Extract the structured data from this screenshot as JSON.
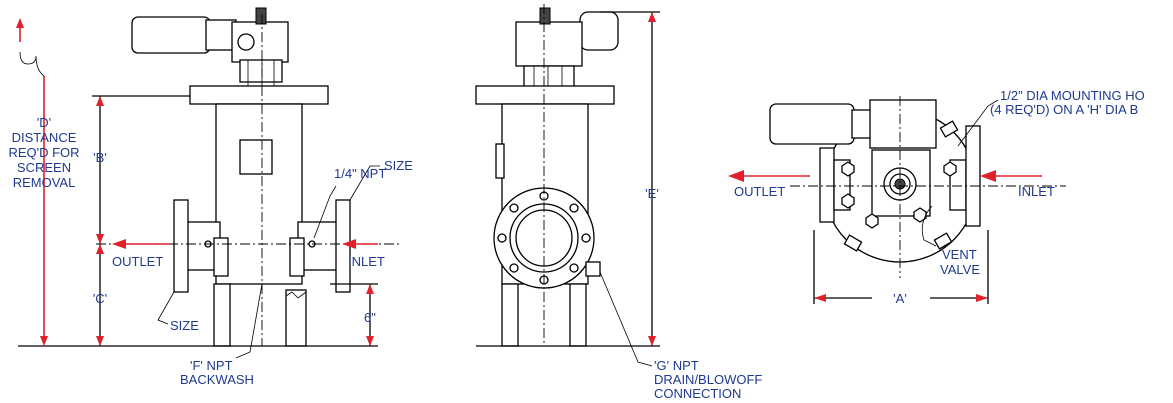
{
  "labels": {
    "d_dist": [
      "'D'",
      "DISTANCE",
      "REQ'D FOR",
      "SCREEN",
      "REMOVAL"
    ],
    "b": "'B'",
    "c": "'C'",
    "e": "'E'",
    "a": "'A'",
    "npt_quarter": "1/4\" NPT",
    "size_top": "SIZE",
    "size_bottom": "SIZE",
    "outlet_front": "OUTLET",
    "inlet_front": "INLET",
    "six_in": "6\"",
    "f_npt": [
      "'F' NPT",
      "BACKWASH"
    ],
    "g_npt": [
      "'G' NPT",
      "DRAIN/BLOWOFF",
      "CONNECTION"
    ],
    "mounting": [
      "1/2\" DIA MOUNTING HO",
      "(4 REQ'D) ON A 'H' DIA B"
    ],
    "outlet_top": "OUTLET",
    "inlet_top": "INLET",
    "vent": [
      "VENT",
      "VALVE"
    ]
  },
  "colors": {
    "accent": "#e0202a",
    "label": "#1f3a8f",
    "line": "#000000"
  }
}
